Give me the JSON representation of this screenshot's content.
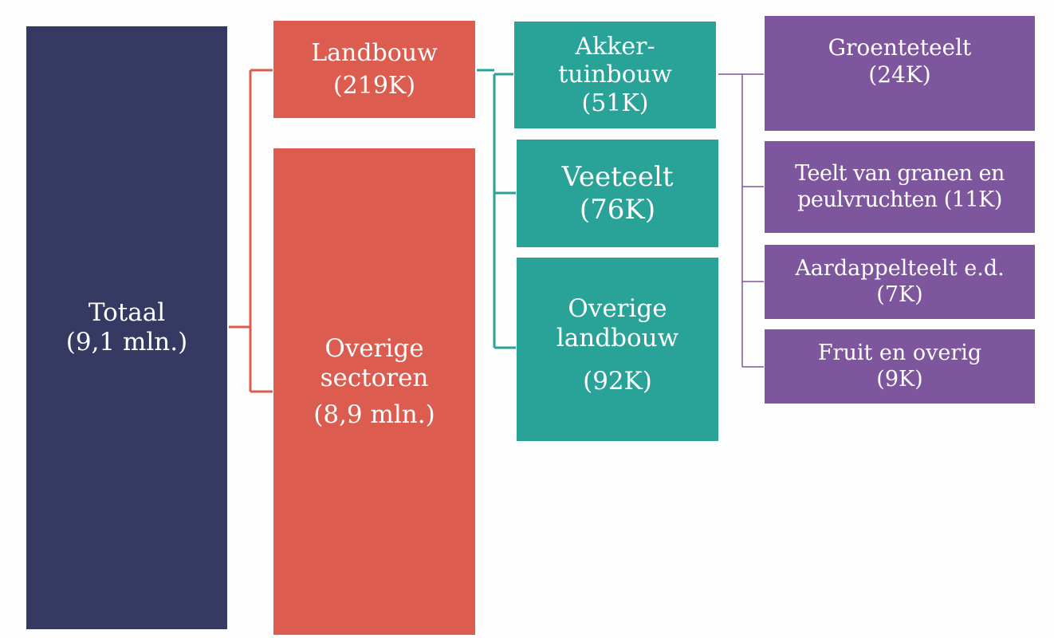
{
  "diagram": {
    "nodes": {
      "totaal": {
        "line1": "Totaal",
        "line2": "(9,1 mln.)"
      },
      "landbouw": {
        "line1": "Landbouw",
        "line2": "(219K)"
      },
      "overige_sectoren": {
        "line1": "Overige",
        "line2": "sectoren",
        "line3": "(8,9 mln.)"
      },
      "akker_tuinbouw": {
        "line1": "Akker-",
        "line2": "tuinbouw",
        "line3": "(51K)"
      },
      "veeteelt": {
        "line1": "Veeteelt",
        "line2": "(76K)"
      },
      "overige_landbouw": {
        "line1": "Overige",
        "line2": "landbouw",
        "line3": "(92K)"
      },
      "groenteteelt": {
        "line1": "Groenteteelt",
        "line2": "(24K)"
      },
      "granen": {
        "line1": "Teelt van granen en",
        "line2": "peulvruchten (11K)"
      },
      "aardappelteelt": {
        "line1": "Aardappelteelt e.d.",
        "line2": "(7K)"
      },
      "fruit": {
        "line1": "Fruit en overig",
        "line2": "(9K)"
      }
    },
    "colors": {
      "level0": "#363962",
      "level1": "#dc5d50",
      "level2": "#29a397",
      "level3": "#7e569e",
      "background": "#fdfdfd",
      "text": "#ffffff"
    }
  }
}
